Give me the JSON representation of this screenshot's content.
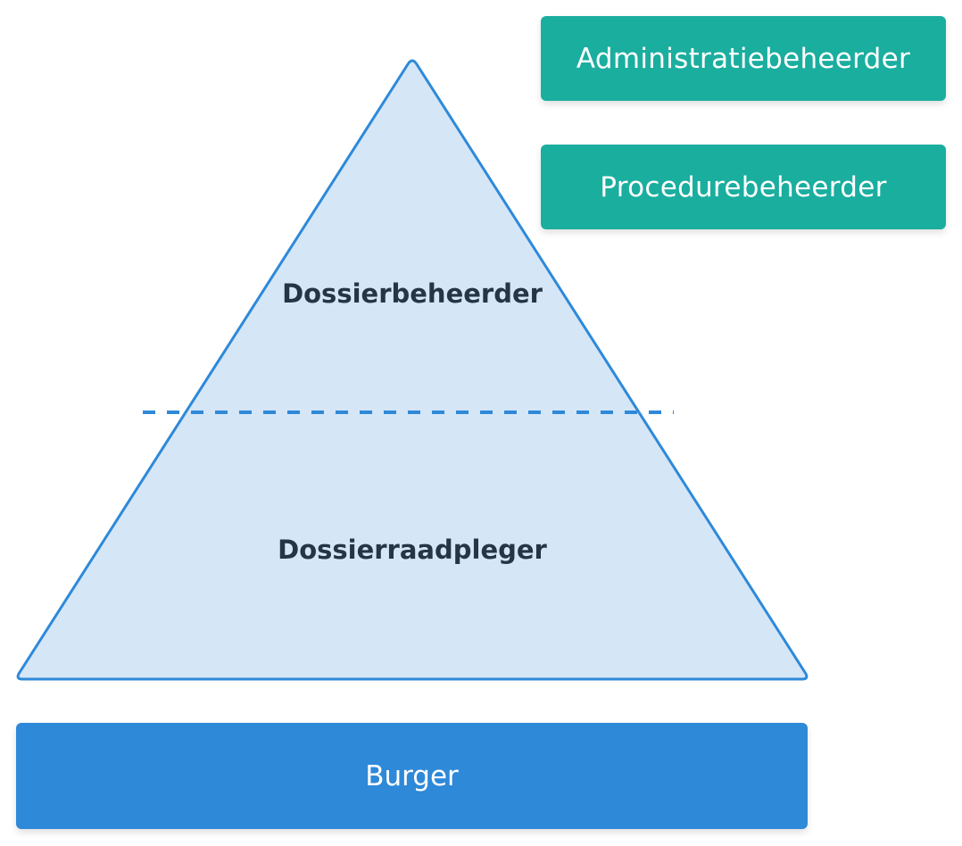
{
  "diagram": {
    "title": "Rollenpiramide",
    "side_roles": [
      {
        "label": "Administratiebeheerder"
      },
      {
        "label": "Procedurebeheerder"
      }
    ],
    "pyramid": {
      "levels": [
        {
          "label": "Dossierbeheerder"
        },
        {
          "label": "Dossierraadpleger"
        }
      ],
      "separator": "dashed"
    },
    "base_role": {
      "label": "Burger"
    },
    "colors": {
      "teal": "#1aae9f",
      "blue": "#2e89d9",
      "pyramid_fill": "#d5e6f6",
      "pyramid_stroke": "#2e89d9",
      "label_text": "#253545"
    }
  }
}
